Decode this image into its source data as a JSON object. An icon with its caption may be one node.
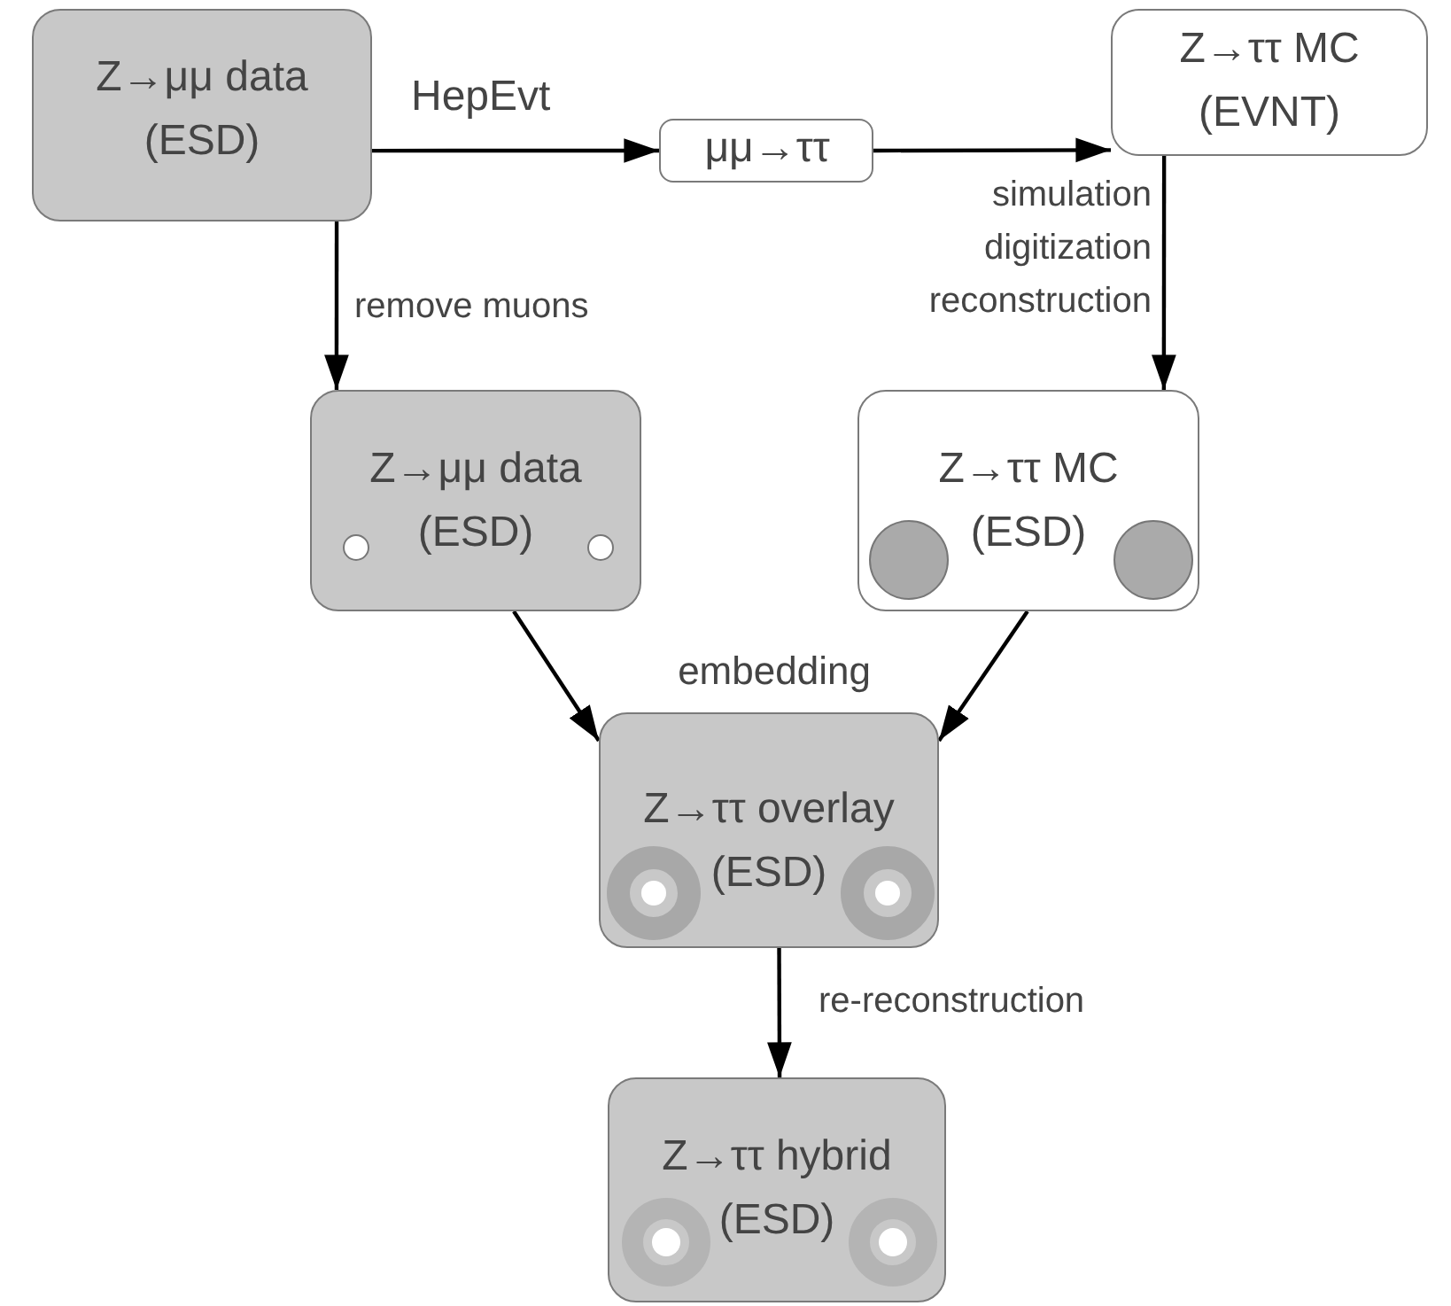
{
  "diagram": {
    "nodes": [
      {
        "text": [
          "Z→μμ data (ESD)"
        ]
      },
      {
        "text": [
          "μμ→ττ"
        ]
      },
      {
        "text": [
          "Z→ττ MC (EVNT)"
        ]
      },
      {
        "text": [
          "Z→μμ data (ESD)"
        ]
      },
      {
        "text": [
          "Z→ττ MC (ESD)"
        ]
      },
      {
        "text": [
          "Z→ττ overlay (ESD)"
        ]
      },
      {
        "text": [
          "Z→ττ hybrid (ESD)"
        ]
      }
    ],
    "edges": [
      {
        "from": 0,
        "to": 1,
        "arrow": "to",
        "label": "HepEvt"
      },
      {
        "from": 1,
        "to": 2,
        "arrow": "to"
      },
      {
        "from": 0,
        "to": 3,
        "arrow": "to",
        "label": "remove muons"
      },
      {
        "from": 2,
        "to": 4,
        "arrow": "to",
        "label": "simulation digitization reconstruction"
      },
      {
        "from": 3,
        "to": 5,
        "arrow": "to"
      },
      {
        "from": 4,
        "to": 5,
        "arrow": "to"
      },
      {
        "from": 5,
        "to": 6,
        "arrow": "to",
        "label": "re-reconstruction"
      }
    ],
    "labels": [
      "embedding"
    ]
  }
}
